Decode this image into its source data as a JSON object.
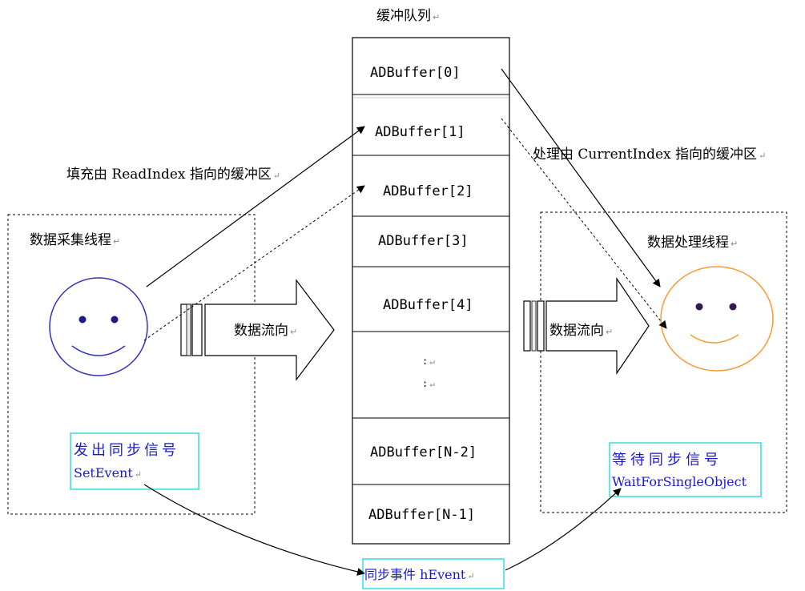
{
  "queue": {
    "title": "缓冲队列",
    "buffers": [
      "ADBuffer[0]",
      "ADBuffer[1]",
      "ADBuffer[2]",
      "ADBuffer[3]",
      "ADBuffer[4]",
      ":",
      ":",
      "ADBuffer[N-2]",
      "ADBuffer[N-1]"
    ]
  },
  "labels": {
    "fill_read_index": "填充由 ReadIndex 指向的缓冲区",
    "process_current_index": "处理由 CurrentIndex 指向的缓冲区",
    "data_flow_left": "数据流向",
    "data_flow_right": "数据流向"
  },
  "acquisition_thread": {
    "title": "数据采集线程",
    "signal_cn": "发出同步信号",
    "signal_api": "SetEvent"
  },
  "processing_thread": {
    "title": "数据处理线程",
    "wait_cn": "等待同步信号",
    "wait_api": "WaitForSingleObject"
  },
  "sync_event": {
    "label": "同步事件 hEvent"
  },
  "colors": {
    "left_face": "#3333bb",
    "right_face": "#ff9933",
    "signal_box_border": "#33dddd",
    "signal_text": "#1a1acc"
  }
}
